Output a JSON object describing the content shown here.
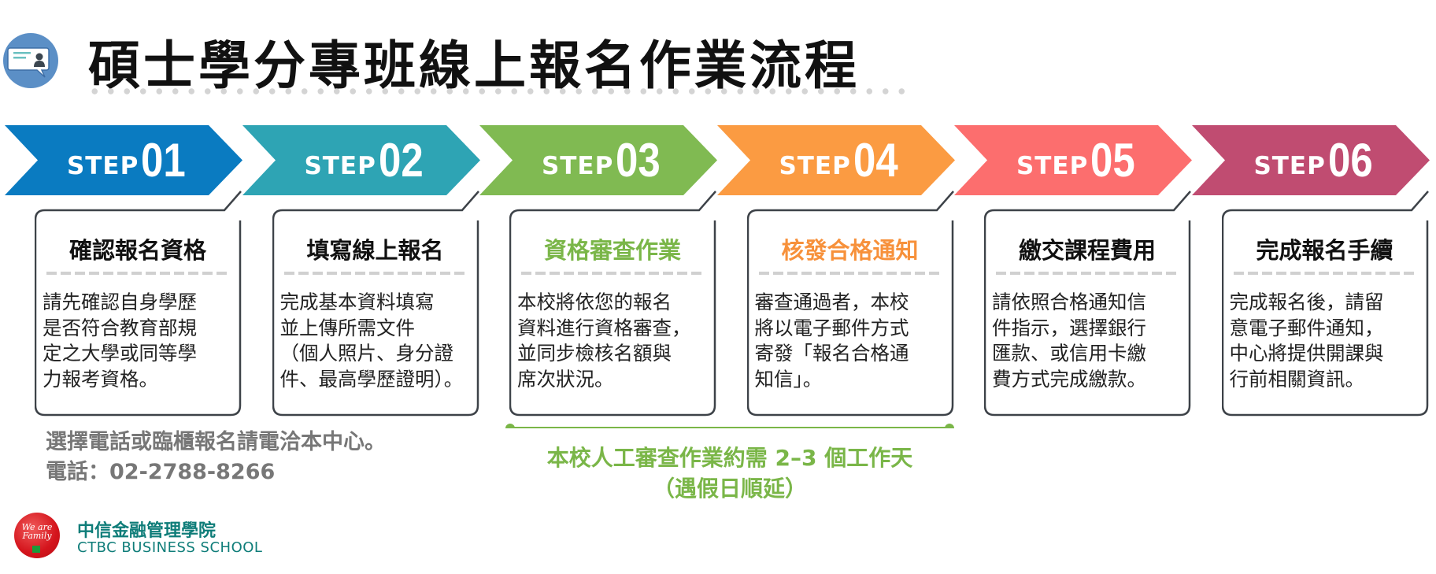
{
  "header": {
    "title": "碩士學分專班線上報名作業流程",
    "icon": "chat-profile-icon"
  },
  "steps": [
    {
      "step_word": "STEP",
      "number": "01",
      "color": "#0a7bc1",
      "title": "確認報名資格",
      "title_color": "#111111",
      "body": [
        "請先確認自身學歷",
        "是否符合教育部規",
        "定之大學或同等學",
        "力報考資格。"
      ]
    },
    {
      "step_word": "STEP",
      "number": "02",
      "color": "#2ea4b4",
      "title": "填寫線上報名",
      "title_color": "#111111",
      "body": [
        "完成基本資料填寫",
        "並上傳所需文件",
        "（個人照片、身分證",
        "件、最高學歷證明）。"
      ]
    },
    {
      "step_word": "STEP",
      "number": "03",
      "color": "#80ba52",
      "title": "資格審查作業",
      "title_color": "#7ab648",
      "body": [
        "本校將依您的報名",
        "資料進行資格審查，",
        "並同步檢核名額與",
        "席次狀況。"
      ]
    },
    {
      "step_word": "STEP",
      "number": "04",
      "color": "#fb9b42",
      "title": "核發合格通知",
      "title_color": "#f7913b",
      "body": [
        "審查通過者，本校",
        "將以電子郵件方式",
        "寄發「報名合格通",
        "知信」。"
      ]
    },
    {
      "step_word": "STEP",
      "number": "05",
      "color": "#fc6e6e",
      "title": "繳交課程費用",
      "title_color": "#111111",
      "body": [
        "請依照合格通知信",
        "件指示，選擇銀行",
        "匯款、或信用卡繳",
        "費方式完成繳款。"
      ]
    },
    {
      "step_word": "STEP",
      "number": "06",
      "color": "#c04c71",
      "title": "完成報名手續",
      "title_color": "#111111",
      "body": [
        "完成報名後，請留",
        "意電子郵件通知，",
        "中心將提供開課與",
        "行前相關資訊。"
      ]
    }
  ],
  "contact": {
    "line1": "選擇電話或臨櫃報名請電洽本中心。",
    "line2": "電話：02-2788-8266"
  },
  "review_note": {
    "line1": "本校人工審查作業約需 2–3 個工作天",
    "line2": "（遇假日順延）",
    "color": "#7ab648"
  },
  "logo": {
    "badge_text": "We are Family",
    "name_cn": "中信金融管理學院",
    "name_en": "CTBC BUSINESS SCHOOL"
  }
}
